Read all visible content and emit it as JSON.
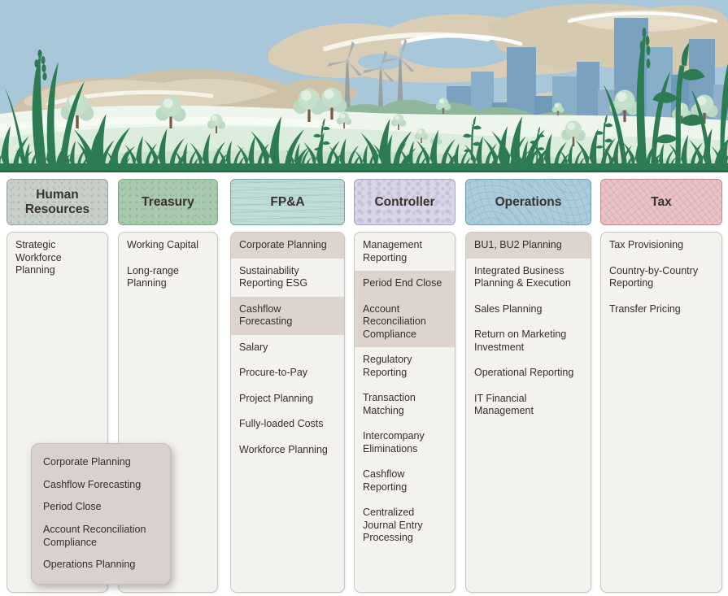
{
  "highlight_color": "#ddd4cd",
  "illustration": {
    "name": "sustainable-landscape-hero",
    "sky_color": "#a8c7d9",
    "cloud_color": "#d5c9af",
    "field_color": "#e9f3ea",
    "grass_color": "#2d7b52",
    "city_color": "#7aa2c0",
    "tree_color": "#c4dfca"
  },
  "columns": [
    {
      "id": "human-resources",
      "label": "Human Resources",
      "header_bg": "#c9cfca",
      "header_border": "#9aa39d",
      "texture": "speckle",
      "items": [
        {
          "label": "Strategic Workforce Planning",
          "highlight": false
        }
      ]
    },
    {
      "id": "treasury",
      "label": "Treasury",
      "header_bg": "#aacaad",
      "header_border": "#7fa886",
      "texture": "speckle",
      "items": [
        {
          "label": "Working Capital",
          "highlight": false
        },
        {
          "label": "Long-range Planning",
          "highlight": false
        }
      ]
    },
    {
      "id": "fpa",
      "label": "FP&A",
      "header_bg": "#c0dcd8",
      "header_border": "#74a7a2",
      "texture": "waves",
      "items": [
        {
          "label": "Corporate Planning",
          "highlight": true
        },
        {
          "label": "Sustainability Reporting ESG",
          "highlight": false
        },
        {
          "label": "Cashflow Forecasting",
          "highlight": true
        },
        {
          "label": "Salary",
          "highlight": false
        },
        {
          "label": "Procure-to-Pay",
          "highlight": false
        },
        {
          "label": "Project Planning",
          "highlight": false
        },
        {
          "label": "Fully-loaded Costs",
          "highlight": false
        },
        {
          "label": "Workforce Planning",
          "highlight": false
        }
      ]
    },
    {
      "id": "controller",
      "label": "Controller",
      "header_bg": "#d9d5e7",
      "header_border": "#a8a2c2",
      "texture": "pebble",
      "items": [
        {
          "label": "Management Reporting",
          "highlight": false
        },
        {
          "label": "Period End Close",
          "highlight": true
        },
        {
          "label": "Account Reconciliation Compliance",
          "highlight": true
        },
        {
          "label": "Regulatory Reporting",
          "highlight": false
        },
        {
          "label": "Transaction Matching",
          "highlight": false
        },
        {
          "label": "Intercompany Eliminations",
          "highlight": false
        },
        {
          "label": "Cashflow Reporting",
          "highlight": false
        },
        {
          "label": "Centralized Journal Entry Processing",
          "highlight": false
        }
      ]
    },
    {
      "id": "operations",
      "label": "Operations",
      "header_bg": "#abcbdb",
      "header_border": "#6f9db6",
      "texture": "topo",
      "items": [
        {
          "label": "BU1, BU2 Planning",
          "highlight": true
        },
        {
          "label": "Integrated Business Planning & Execution",
          "highlight": false
        },
        {
          "label": "Sales Planning",
          "highlight": false
        },
        {
          "label": "Return on Marketing Investment",
          "highlight": false
        },
        {
          "label": "Operational Reporting",
          "highlight": false
        },
        {
          "label": "IT Financial Management",
          "highlight": false
        }
      ]
    },
    {
      "id": "tax",
      "label": "Tax",
      "header_bg": "#e9c4c7",
      "header_border": "#c08b90",
      "texture": "hatch",
      "items": [
        {
          "label": "Tax Provisioning",
          "highlight": false
        },
        {
          "label": "Country-by-Country Reporting",
          "highlight": false
        },
        {
          "label": "Transfer Pricing",
          "highlight": false
        }
      ]
    }
  ],
  "overlay_box": {
    "bg": "#d8d1ce",
    "items": [
      {
        "label": "Corporate Planning"
      },
      {
        "label": "Cashflow Forecasting"
      },
      {
        "label": "Period Close"
      },
      {
        "label": "Account Reconciliation Compliance"
      },
      {
        "label": "Operations Planning"
      }
    ]
  }
}
